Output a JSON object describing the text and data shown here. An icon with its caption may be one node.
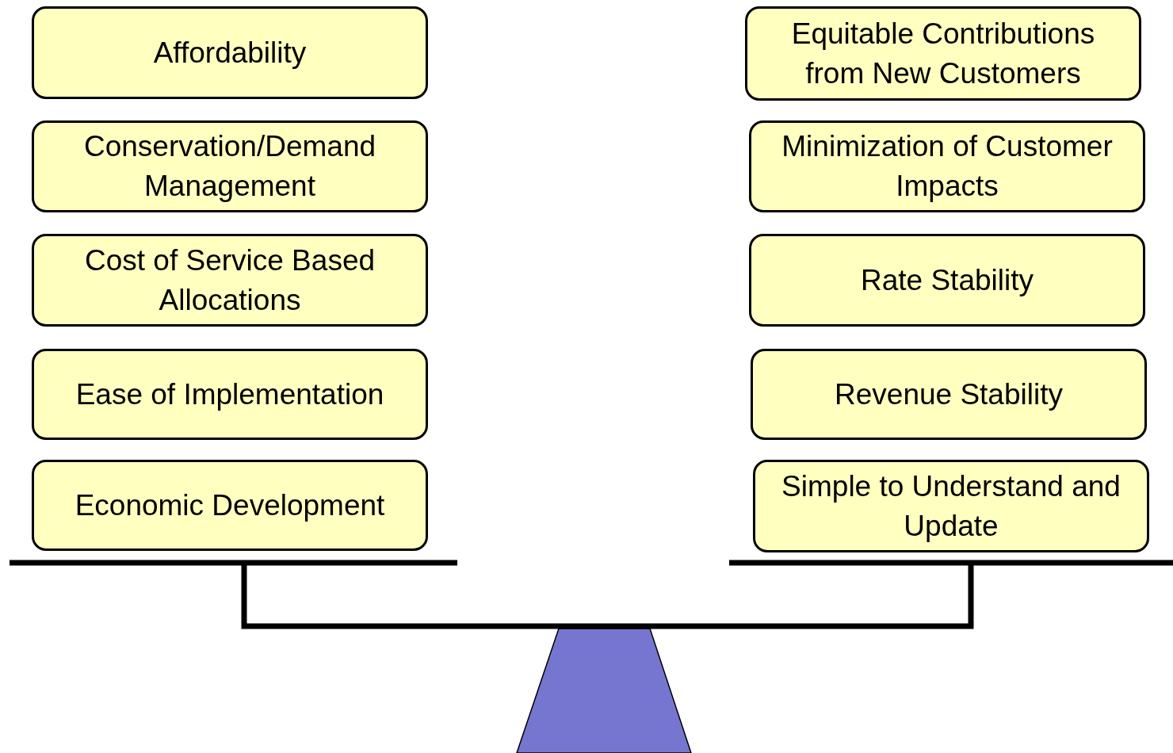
{
  "diagram": {
    "nodes": [
      {
        "text": [
          "Affordability"
        ]
      },
      {
        "text": [
          "Equitable Contributions from New Customers"
        ]
      },
      {
        "text": [
          "Conservation/Demand Management"
        ]
      },
      {
        "text": [
          "Minimization of Customer Impacts"
        ]
      },
      {
        "text": [
          "Cost of Service Based Allocations"
        ]
      },
      {
        "text": [
          "Rate Stability"
        ]
      },
      {
        "text": [
          "Ease of Implementation"
        ]
      },
      {
        "text": [
          "Revenue Stability"
        ]
      },
      {
        "text": [
          "Economic Development"
        ]
      },
      {
        "text": [
          "Simple to Understand and Update"
        ]
      }
    ]
  }
}
